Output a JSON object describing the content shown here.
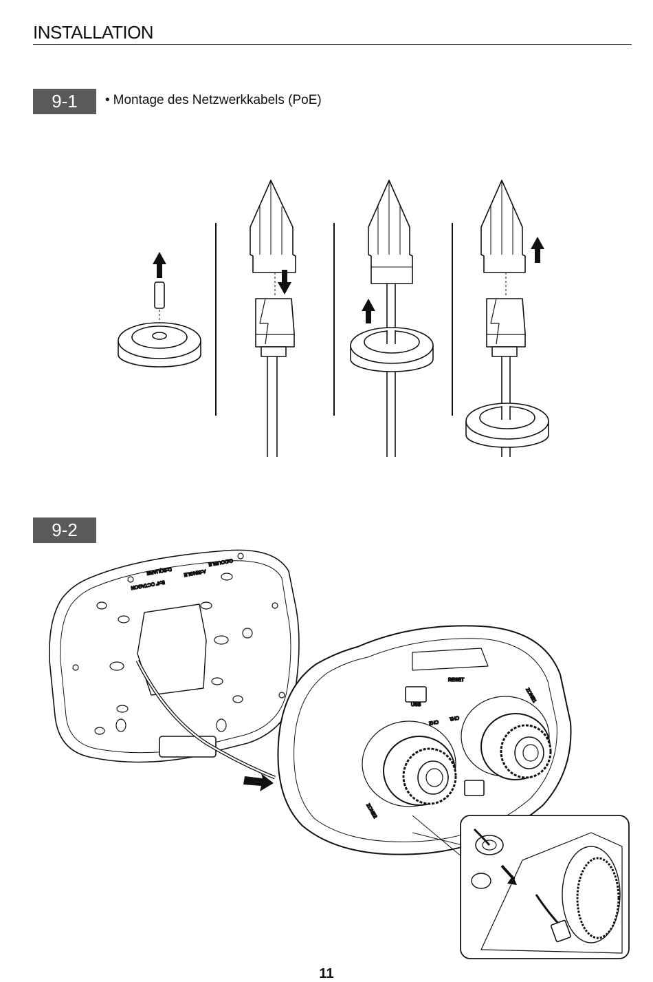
{
  "header": {
    "title": "INSTALLATION"
  },
  "steps": [
    {
      "label": "9-1",
      "caption": "Montage des Netzwerkkabels (PoE)"
    },
    {
      "label": "9-2"
    }
  ],
  "figure_labels": {
    "plate_top_1": "C:DOUBLE",
    "plate_top_2": "D:SQUARE",
    "plate_top_3": "A:SINGLE",
    "plate_top_4": "B:4\" OCTAGON",
    "ch1": "CH1",
    "ch2": "CH2",
    "zone1": "ZONE1",
    "zone2": "ZONE2",
    "reset": "RESET",
    "usb": "USB"
  },
  "footer": {
    "page_number": "11"
  }
}
